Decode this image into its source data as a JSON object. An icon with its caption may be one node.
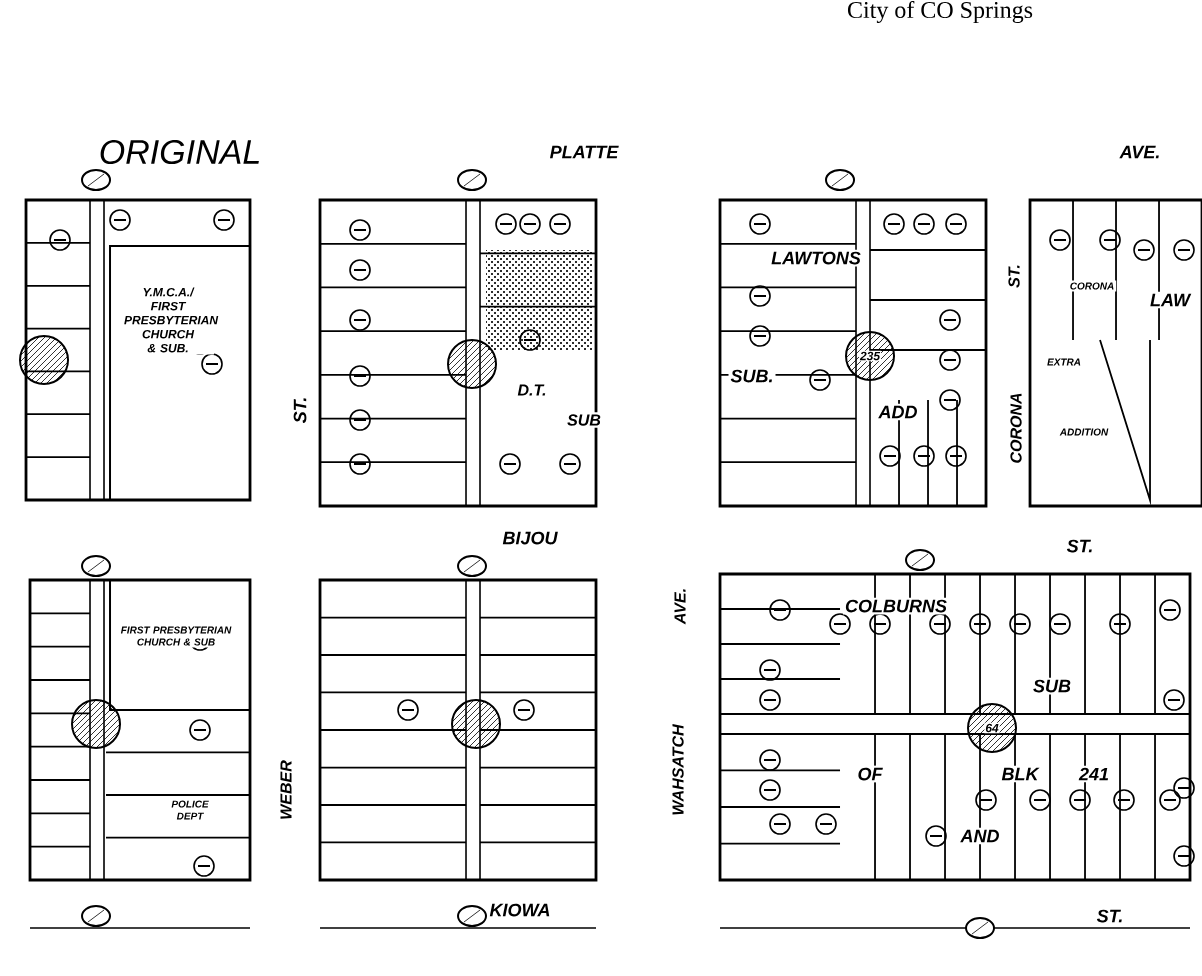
{
  "diagram": {
    "labels": [
      "City of CO Springs",
      "ORIGINAL",
      "PLATTE",
      "AVE.",
      "Y.M.C.A./ FIRST PRESBYTERIAN CHURCH & SUB.",
      "ST.",
      "D.T.",
      "SUB",
      "LAWTONS",
      "SUB.",
      "ADD",
      "235",
      "ST.",
      "CORONA",
      "CORONA",
      "LAW",
      "EXTRA",
      "ADDITION",
      "BIJOU",
      "ST.",
      "FIRST PRESBYTERIAN CHURCH & SUB",
      "POLICE DEPT",
      "WEBER",
      "AVE.",
      "WAHSATCH",
      "COLBURNS",
      "SUB",
      "OF",
      "BLK",
      "241",
      "AND",
      "64",
      "KIOWA",
      "ST."
    ]
  }
}
